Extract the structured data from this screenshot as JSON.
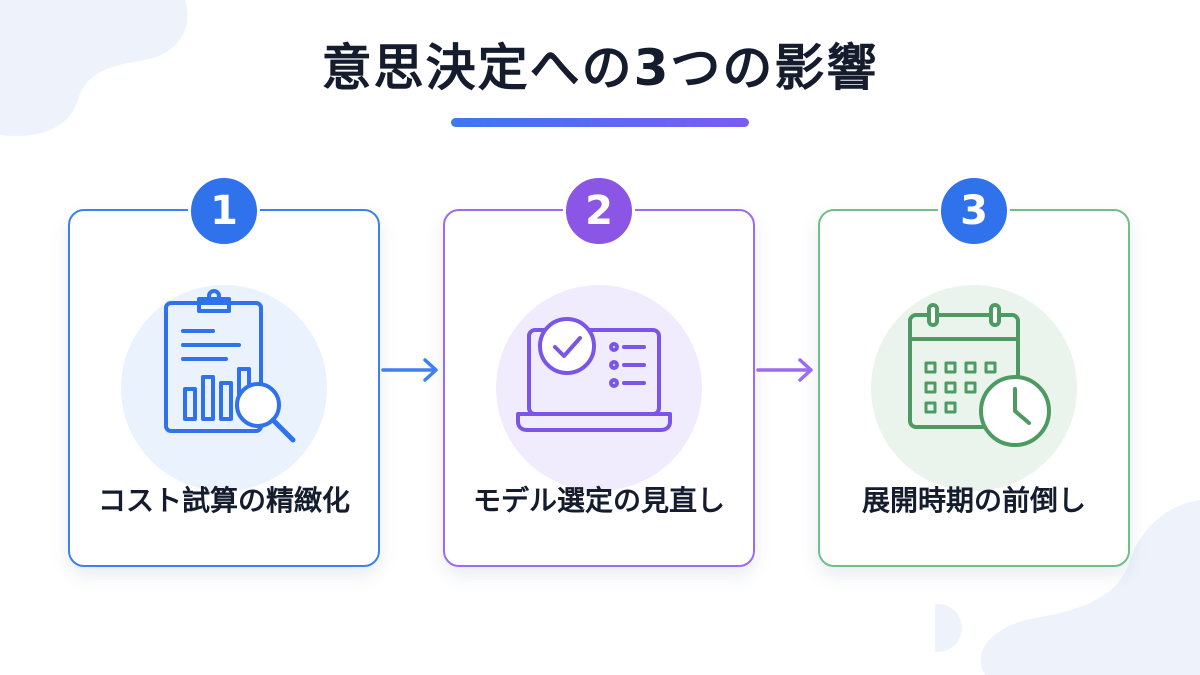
{
  "title": "意思決定への3つの影響",
  "colors": {
    "accent_blue": "#2f72ec",
    "accent_purple": "#8b55e6",
    "accent_green": "#5aa872",
    "title_text": "#141c2e"
  },
  "steps": [
    {
      "number": "1",
      "label": "コスト試算の精緻化",
      "icon": "clipboard-chart-search-icon"
    },
    {
      "number": "2",
      "label": "モデル選定の見直し",
      "icon": "laptop-checklist-icon"
    },
    {
      "number": "3",
      "label": "展開時期の前倒し",
      "icon": "calendar-clock-icon"
    }
  ]
}
